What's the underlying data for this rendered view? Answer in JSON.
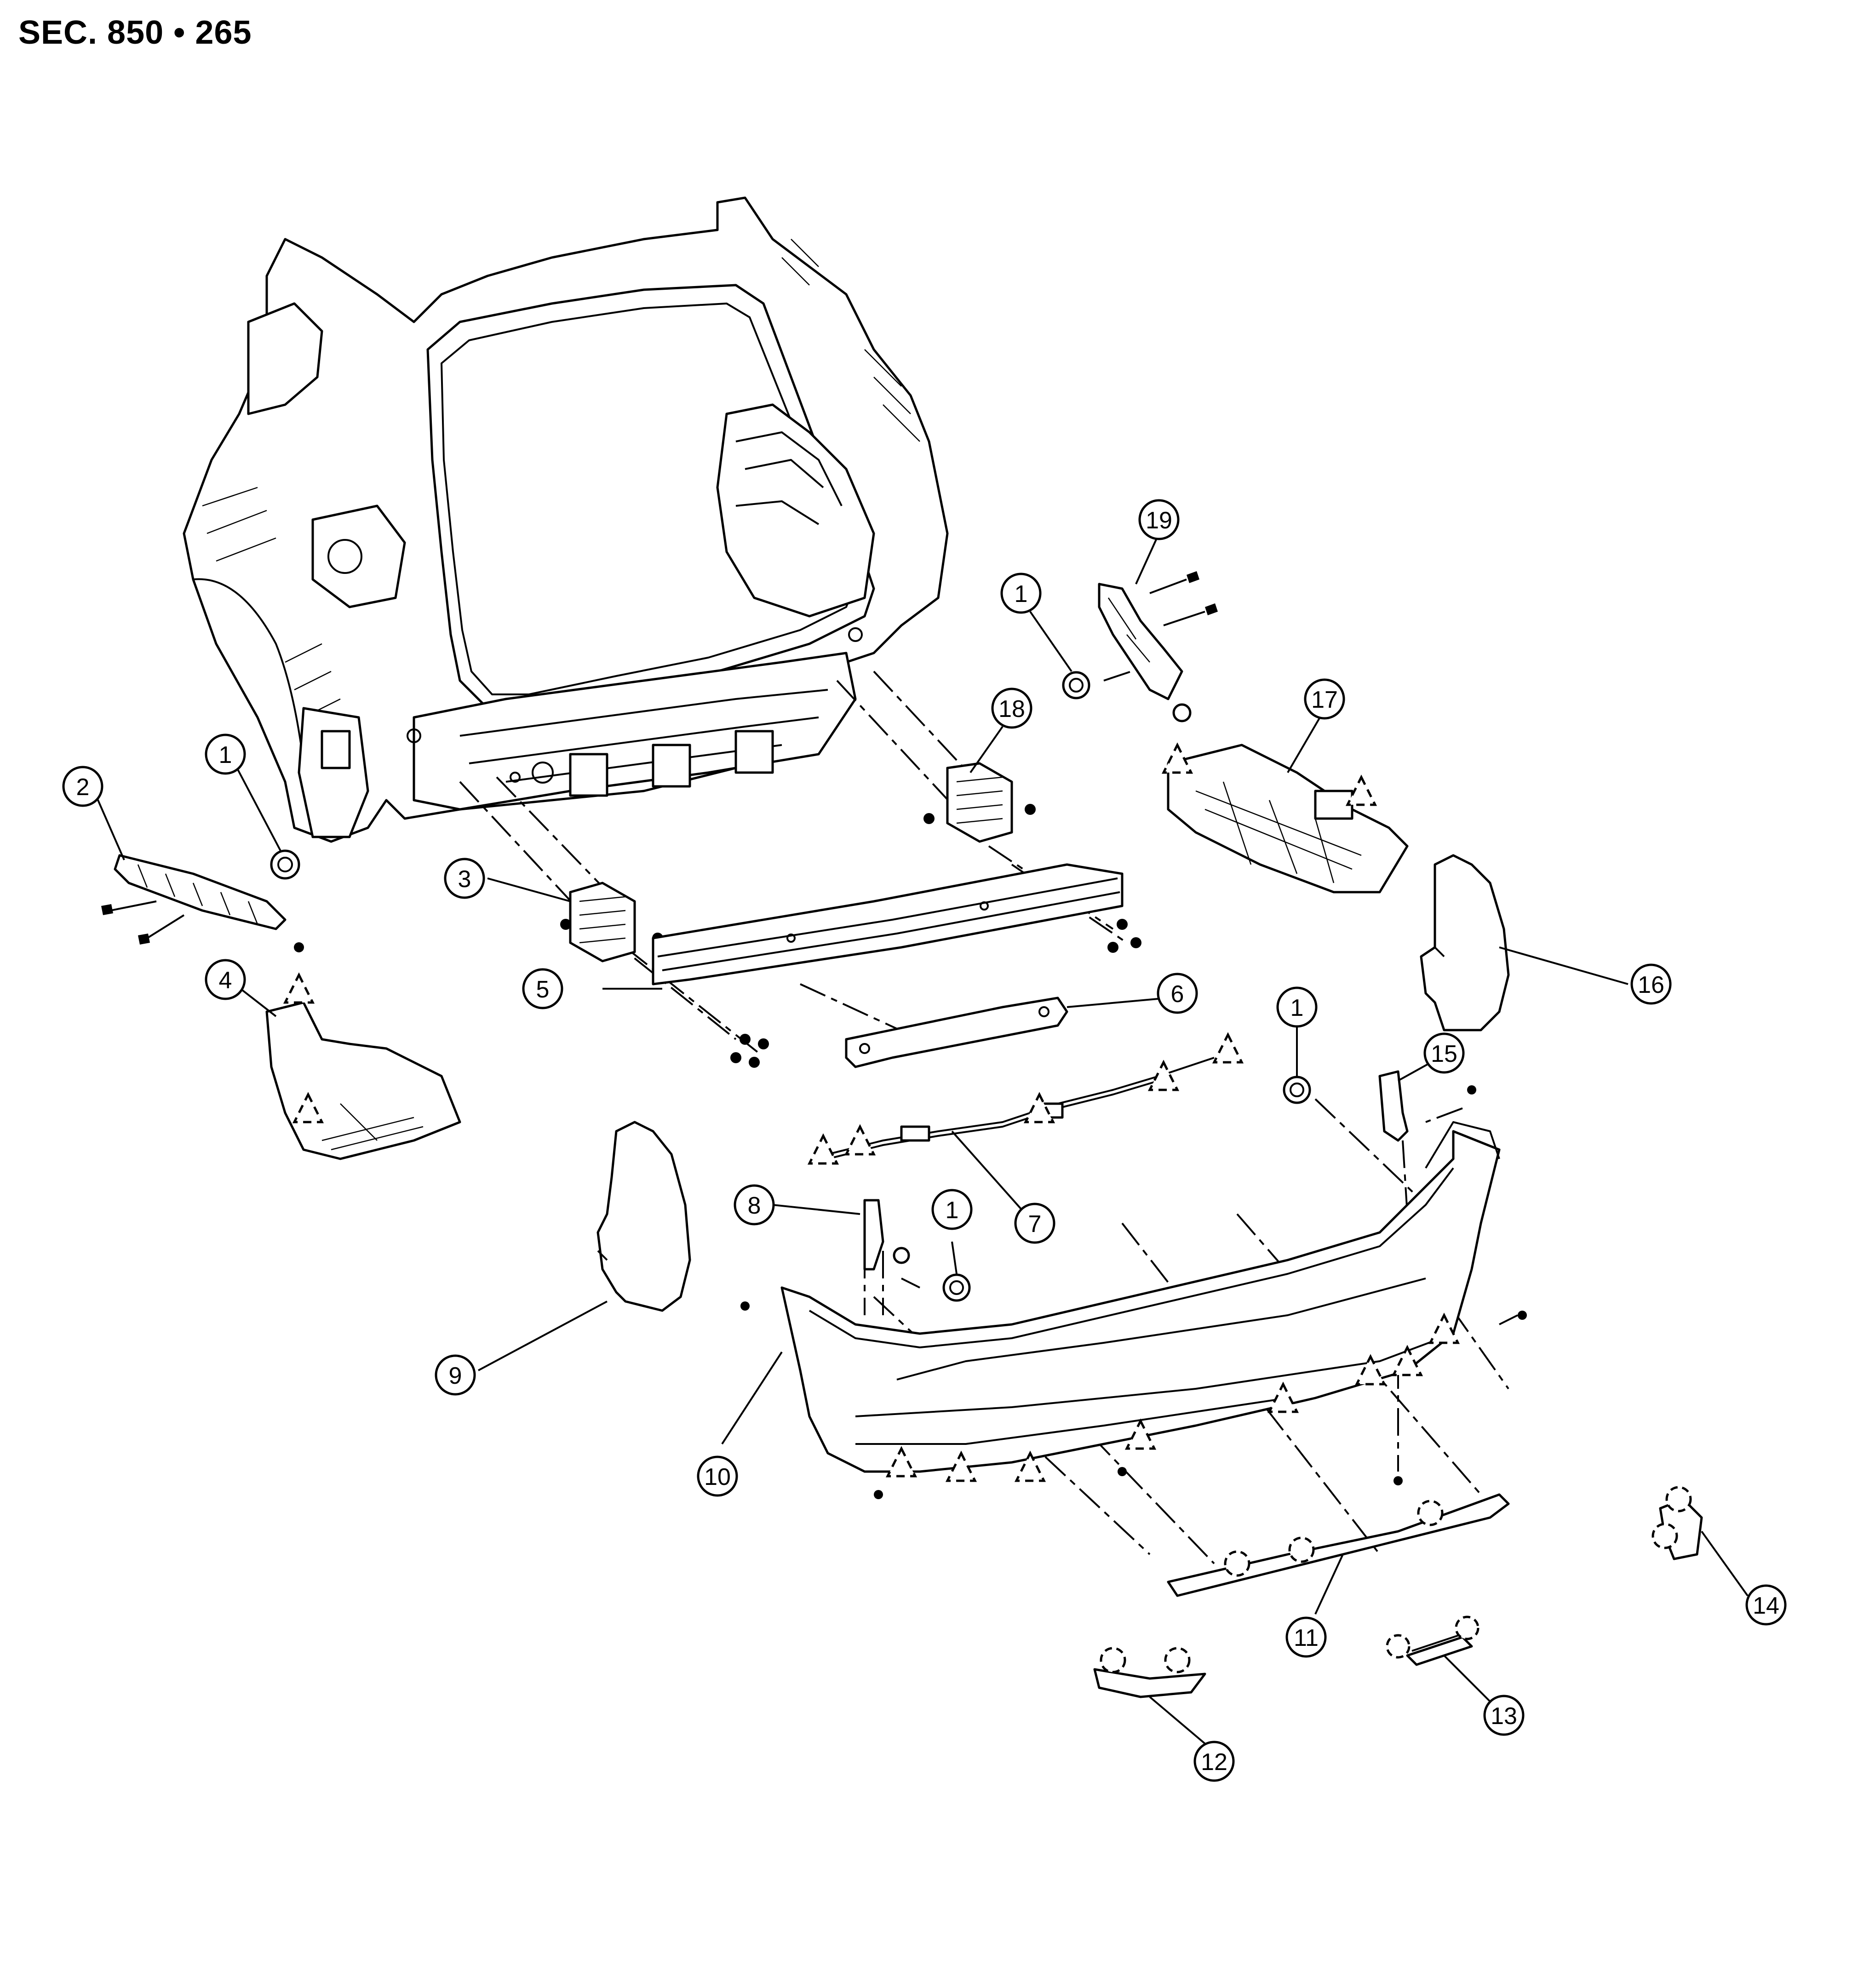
{
  "title": "SEC. 850 • 265",
  "callouts": {
    "c1a": "1",
    "c1b": "1",
    "c1c": "1",
    "c1d": "1",
    "c2": "2",
    "c3": "3",
    "c4": "4",
    "c5": "5",
    "c6": "6",
    "c7": "7",
    "c8": "8",
    "c9": "9",
    "c10": "10",
    "c11": "11",
    "c12": "12",
    "c13": "13",
    "c14": "14",
    "c15": "15",
    "c16": "16",
    "c17": "17",
    "c18": "18",
    "c19": "19"
  }
}
